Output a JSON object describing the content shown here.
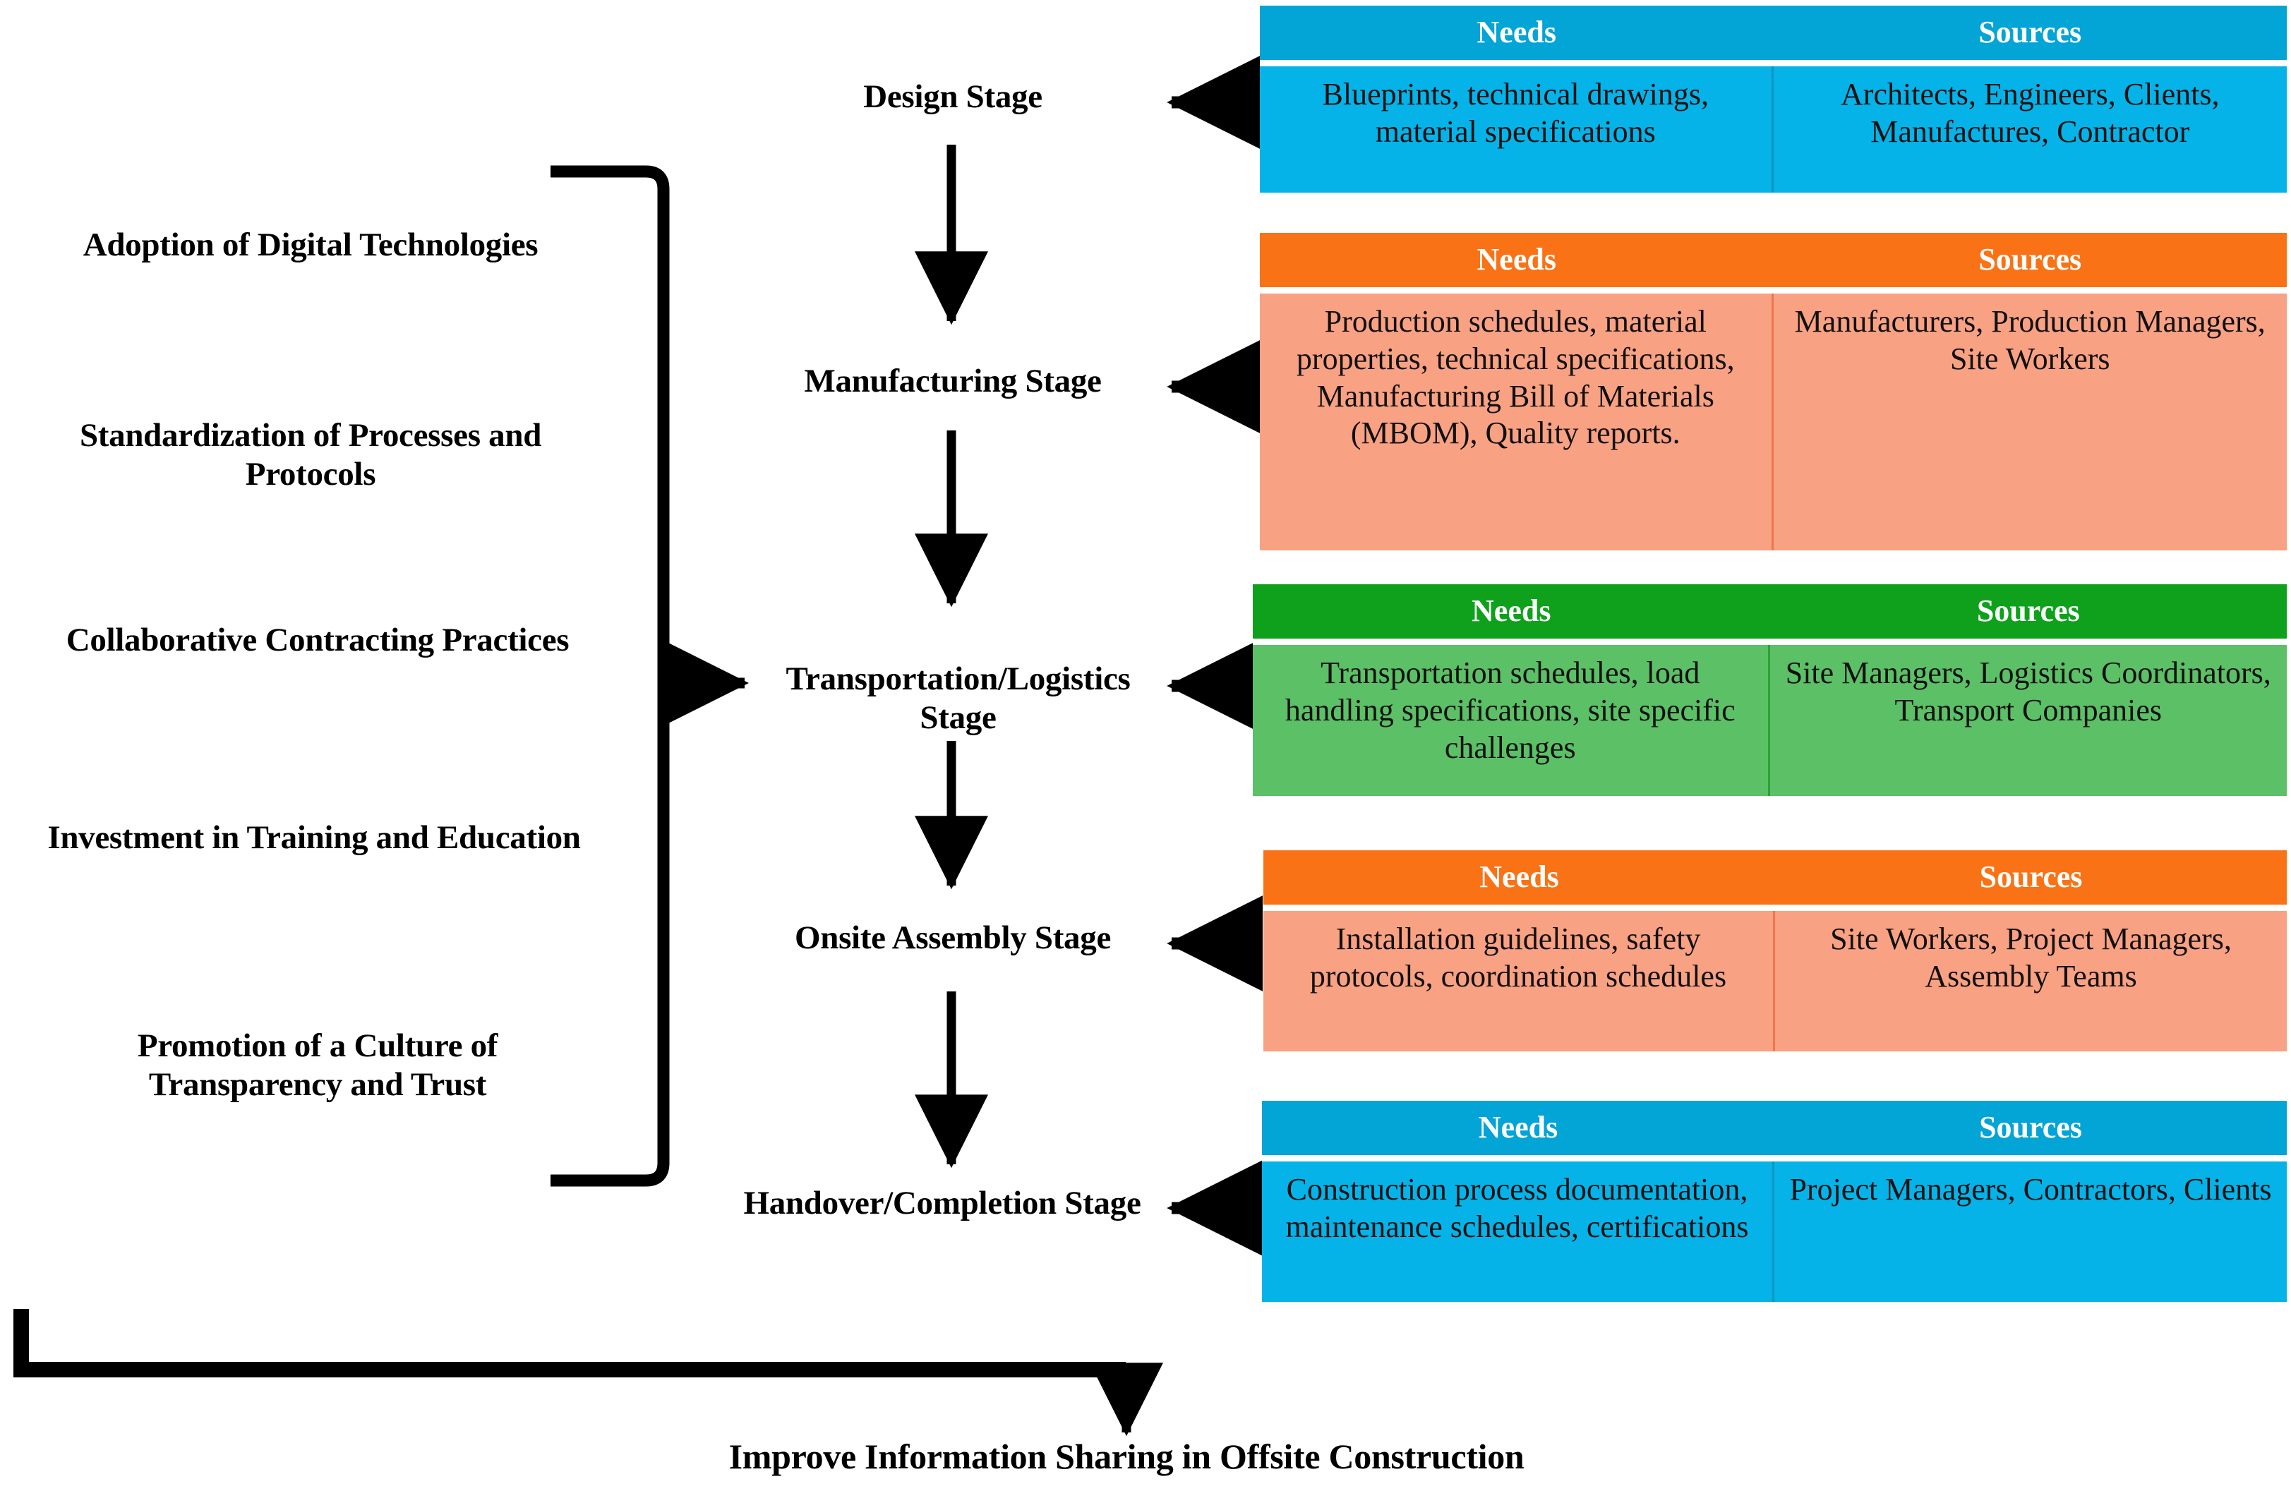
{
  "diagram": {
    "title": "Improve Information Sharing in Offsite Construction",
    "columns": {
      "needs": "Needs",
      "sources": "Sources"
    },
    "enablers": [
      {
        "label": "Adoption of Digital Technologies"
      },
      {
        "label": "Standardization of Processes and Protocols"
      },
      {
        "label": "Collaborative Contracting Practices"
      },
      {
        "label": "Investment in Training and Education"
      },
      {
        "label": "Promotion of a Culture of Transparency and Trust"
      }
    ],
    "stages": [
      {
        "name": "Design Stage",
        "color": "#03A4D6",
        "needs": "Blueprints, technical drawings, material specifications",
        "sources": "Architects, Engineers, Clients, Manufactures, Contractor"
      },
      {
        "name": "Manufacturing Stage",
        "color": "#F97316",
        "needs": "Production schedules, material properties, technical specifications, Manufacturing Bill of Materials (MBOM), Quality reports.",
        "sources": "Manufacturers, Production Managers, Site Workers"
      },
      {
        "name": "Transportation/Logistics Stage",
        "color": "#0FA11C",
        "needs": "Transportation schedules, load handling specifications, site specific challenges",
        "sources": "Site Managers, Logistics Coordinators, Transport Companies"
      },
      {
        "name": "Onsite Assembly Stage",
        "color": "#F97316",
        "needs": "Installation guidelines, safety protocols, coordination schedules",
        "sources": "Site Workers, Project Managers, Assembly Teams"
      },
      {
        "name": "Handover/Completion Stage",
        "color": "#03A4D6",
        "needs": "Construction process documentation, maintenance schedules, certifications",
        "sources": "Project Managers, Contractors, Clients"
      }
    ],
    "colors": {
      "blue_header": "#03A4D6",
      "blue_body": "#05B3E8",
      "orange_header": "#F97316",
      "orange_body": "#F9A183",
      "green_header": "#0FA11C",
      "green_body": "#5CC066",
      "line": "#000000",
      "background": "#FFFFFF"
    }
  }
}
